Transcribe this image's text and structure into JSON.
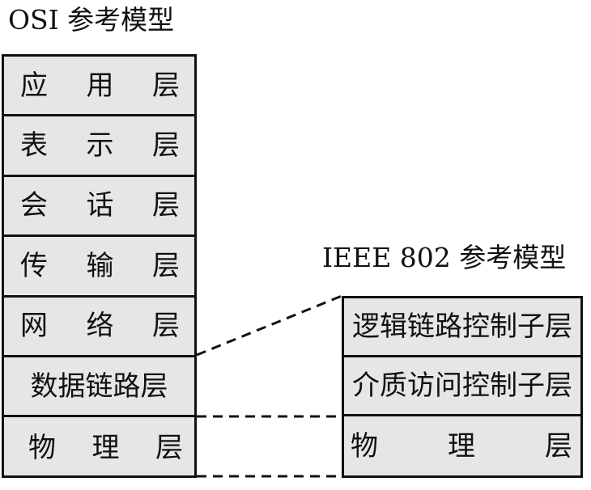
{
  "osi": {
    "title": "OSI 参考模型",
    "layers": [
      {
        "chars": [
          "应",
          "用",
          "层"
        ]
      },
      {
        "chars": [
          "表",
          "示",
          "层"
        ]
      },
      {
        "chars": [
          "会",
          "话",
          "层"
        ]
      },
      {
        "chars": [
          "传",
          "输",
          "层"
        ]
      },
      {
        "chars": [
          "网",
          "络",
          "层"
        ]
      },
      {
        "text": "数据链路层"
      },
      {
        "chars": [
          "物",
          "理",
          "层"
        ]
      }
    ]
  },
  "ieee": {
    "title": "IEEE 802 参考模型",
    "layers": [
      {
        "text": "逻辑链路控制子层"
      },
      {
        "text": "介质访问控制子层"
      },
      {
        "chars": [
          "物",
          "理",
          "层"
        ]
      }
    ]
  }
}
